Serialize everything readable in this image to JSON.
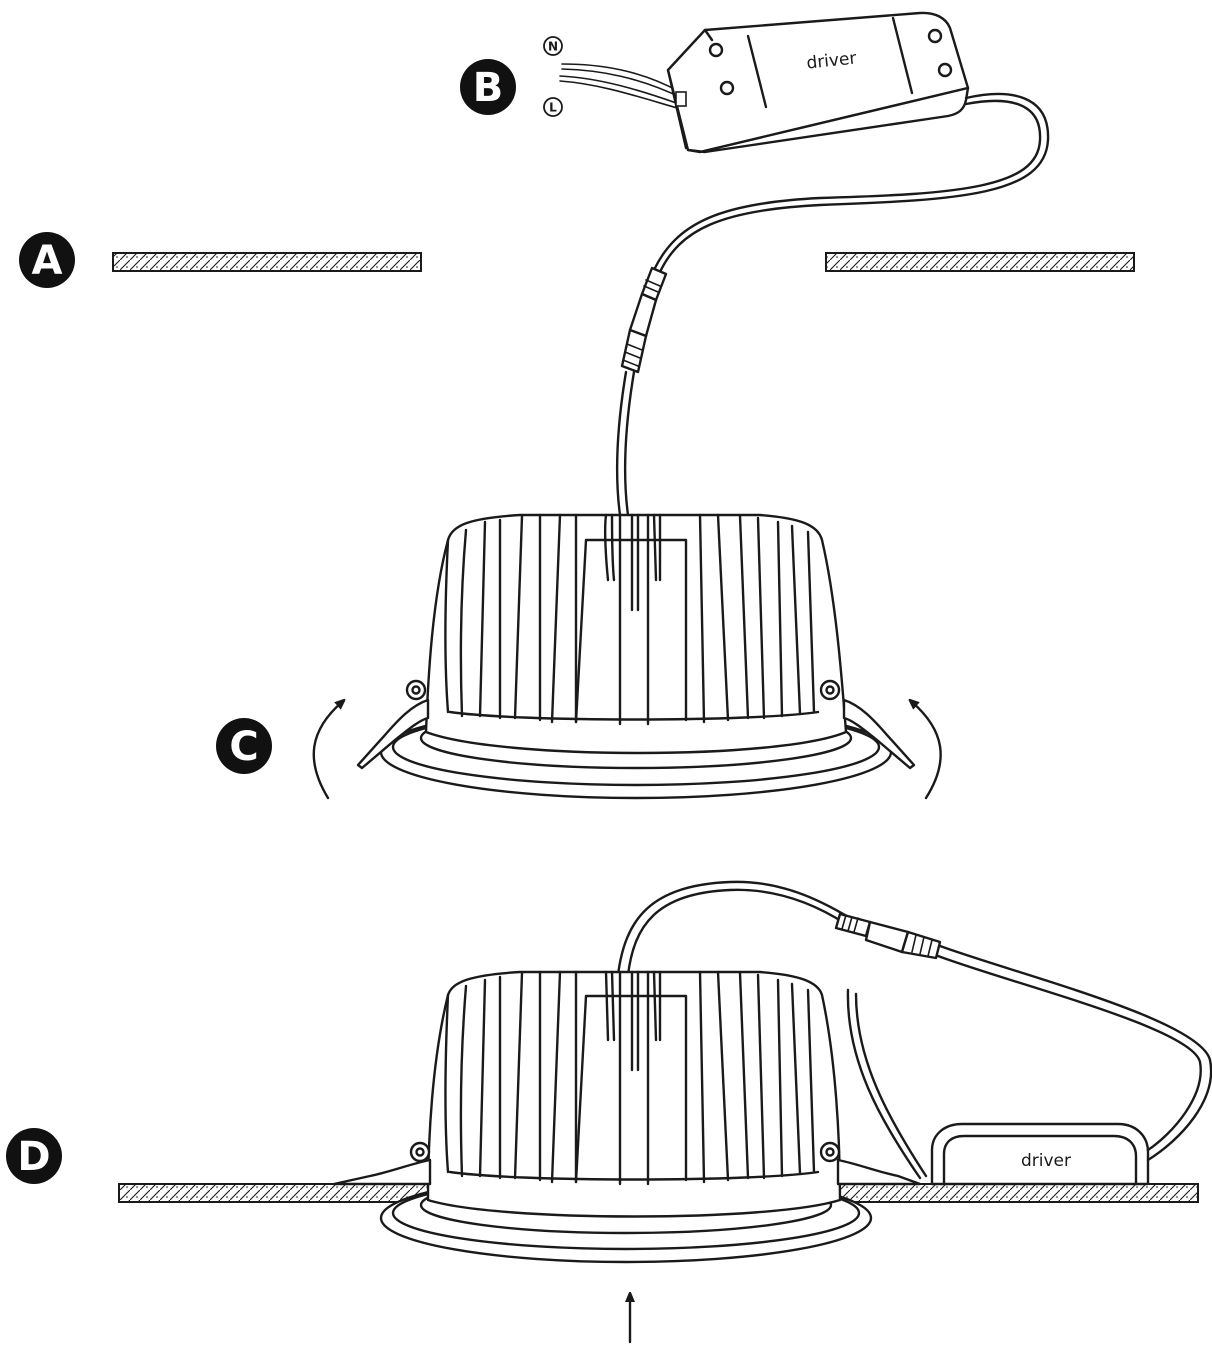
{
  "steps": {
    "a": "A",
    "b": "B",
    "c": "C",
    "d": "D"
  },
  "terminals": {
    "neutral": "N",
    "live": "L"
  },
  "driver_top_label": "driver",
  "driver_bottom_label": "driver",
  "colors": {
    "line": "#1a1a1a",
    "badge": "#111111",
    "background": "#ffffff"
  }
}
